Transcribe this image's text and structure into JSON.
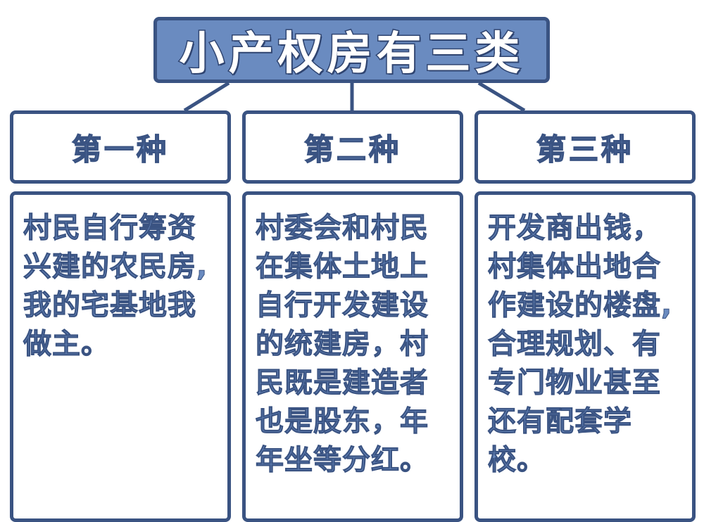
{
  "title": "小产权房有三类",
  "columns": [
    {
      "header": "第一种",
      "lines": [
        "村民自行筹资",
        "兴建的农民房,",
        "我的宅基地我",
        "做主。"
      ]
    },
    {
      "header": "第二种",
      "lines": [
        "村委会和村民",
        "在集体土地上",
        "自行开发建设",
        "的统建房，村",
        "民既是建造者",
        "也是股东，年",
        "年坐等分红。"
      ]
    },
    {
      "header": "第三种",
      "lines": [
        "开发商出钱，",
        "村集体出地合",
        "作建设的楼盘,",
        "合理规划、有",
        "专门物业甚至",
        "还有配套学校。"
      ]
    }
  ],
  "colors": {
    "fill": "#6a8bc0",
    "border": "#3a5382"
  }
}
